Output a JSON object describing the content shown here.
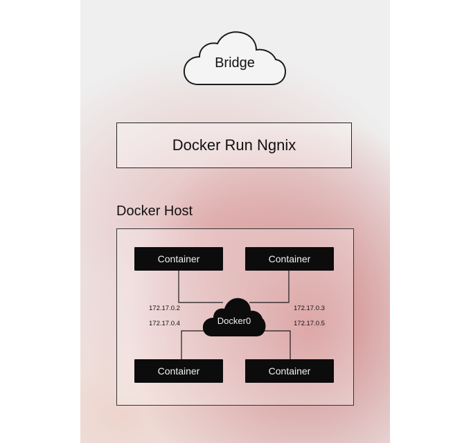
{
  "bridge": {
    "label": "Bridge"
  },
  "command": {
    "label": "Docker Run Ngnix"
  },
  "host": {
    "title": "Docker Host",
    "containers": [
      {
        "label": "Container"
      },
      {
        "label": "Container"
      },
      {
        "label": "Container"
      },
      {
        "label": "Container"
      }
    ],
    "network": {
      "label": "Docker0"
    },
    "ips": [
      "172.17.0.2",
      "172.17.0.3",
      "172.17.0.4",
      "172.17.0.5"
    ]
  }
}
